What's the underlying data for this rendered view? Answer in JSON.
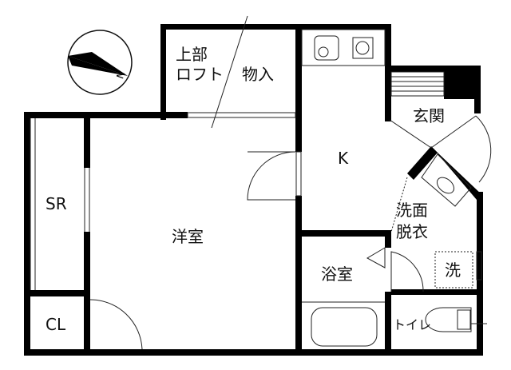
{
  "rooms": {
    "loft": "上部",
    "loft2": "ロフト",
    "storage": "物入",
    "kitchen": "K",
    "entrance": "玄関",
    "washroom1": "洗面",
    "washroom2": "脱衣",
    "sunroom": "SR",
    "western_room": "洋室",
    "bathroom": "浴室",
    "washer": "洗",
    "closet": "CL",
    "toilet": "トイレ"
  },
  "compass": {
    "north": "N"
  },
  "colors": {
    "wall": "#000000",
    "line": "#222222"
  }
}
